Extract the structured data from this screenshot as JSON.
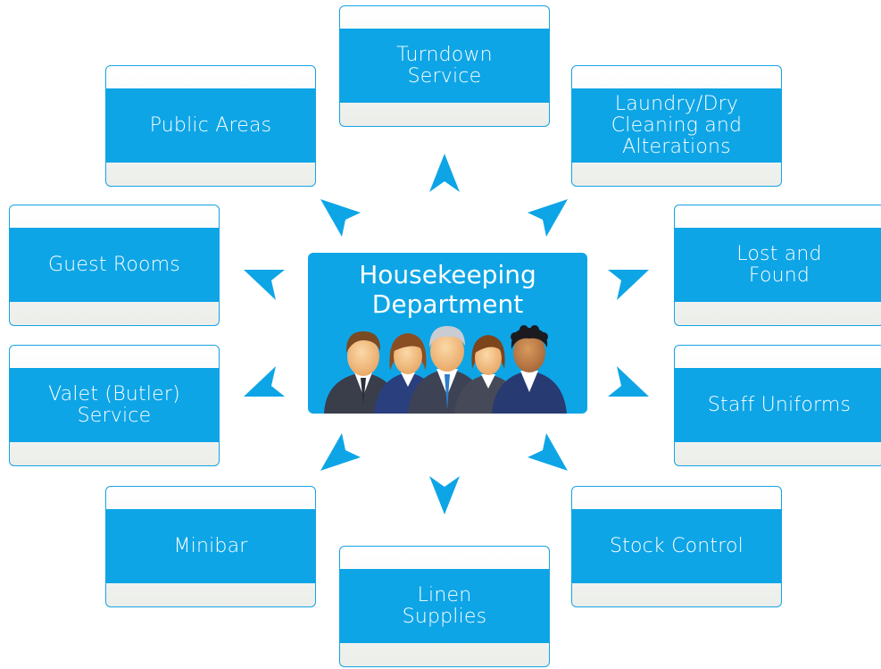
{
  "center": {
    "title": "Housekeeping\nDepartment",
    "image": "staff-group-illustration"
  },
  "colors": {
    "accent": "#0ea5e6",
    "card_fill": "#f3f4f1",
    "arrow": "#0ea5e6"
  },
  "nodes": [
    {
      "label": "Turndown\nService"
    },
    {
      "label": "Laundry/Dry\nCleaning and\nAlterations"
    },
    {
      "label": "Lost and\nFound"
    },
    {
      "label": "Staff Uniforms"
    },
    {
      "label": "Stock Control"
    },
    {
      "label": "Linen\nSupplies"
    },
    {
      "label": "Minibar"
    },
    {
      "label": "Valet (Butler)\nService"
    },
    {
      "label": "Guest Rooms"
    },
    {
      "label": "Public Areas"
    }
  ]
}
